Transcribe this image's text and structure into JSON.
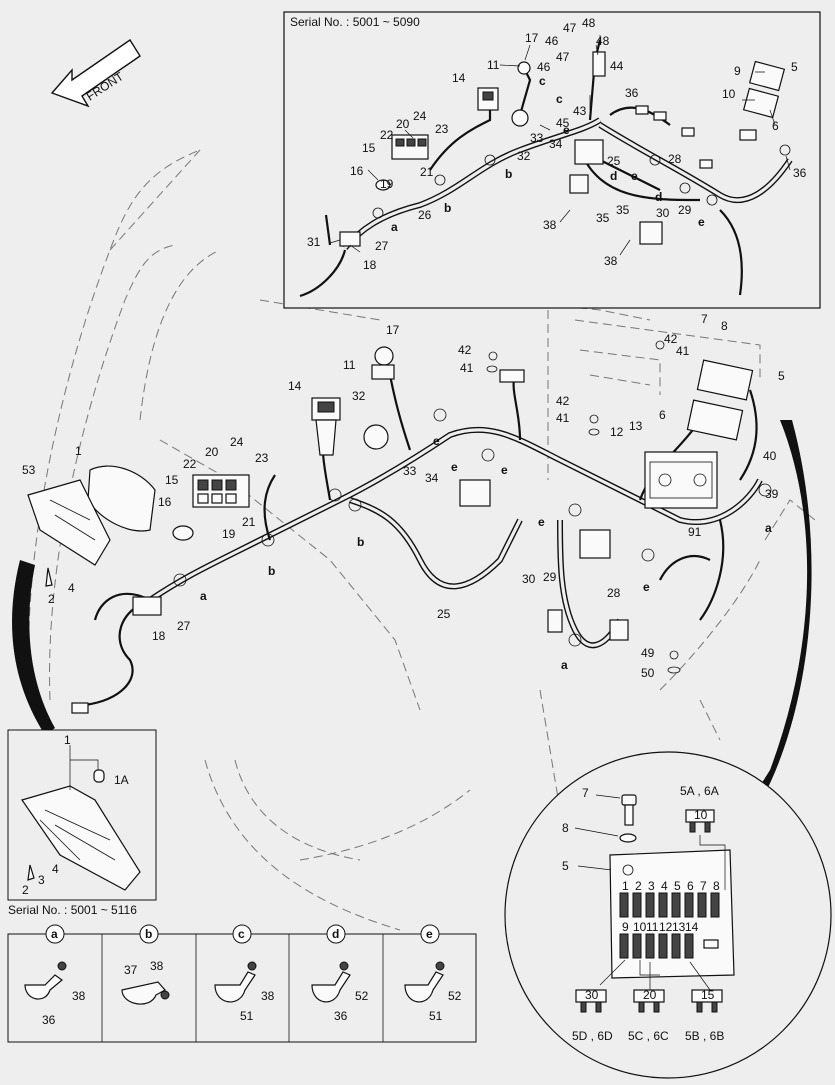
{
  "inset_top": {
    "serial": "Serial No. : 5001 ~ 5090"
  },
  "inset_lamp": {
    "serial": "Serial No. : 5001 ~ 5116",
    "labels": [
      "1",
      "1A",
      "4",
      "3",
      "2"
    ]
  },
  "front_arrow": {
    "label": "FRONT"
  },
  "detail_table": {
    "cells": [
      {
        "letter": "a",
        "parts": [
          "38",
          "36"
        ]
      },
      {
        "letter": "b",
        "parts": [
          "37",
          "38"
        ]
      },
      {
        "letter": "c",
        "parts": [
          "38",
          "51"
        ]
      },
      {
        "letter": "d",
        "parts": [
          "52",
          "36"
        ]
      },
      {
        "letter": "e",
        "parts": [
          "52",
          "51"
        ]
      }
    ]
  },
  "fuse_detail": {
    "labels": [
      "7",
      "8",
      "5",
      "5A , 6A",
      "5D , 6D",
      "5C , 6C",
      "5B , 6B"
    ],
    "fuse_top_row": [
      "1",
      "2",
      "3",
      "4",
      "5",
      "6",
      "7",
      "8"
    ],
    "fuse_bottom_row": [
      "9",
      "10",
      "11",
      "12",
      "13",
      "14"
    ],
    "fuse_ratings": [
      "10",
      "30",
      "20",
      "15"
    ]
  },
  "main_labels": [
    "53",
    "1",
    "4",
    "2",
    "15",
    "16",
    "20",
    "22",
    "24",
    "19",
    "21",
    "23",
    "14",
    "17",
    "11",
    "32",
    "33",
    "34",
    "42",
    "41",
    "42",
    "41",
    "12",
    "13",
    "7",
    "8",
    "42",
    "41",
    "5",
    "6",
    "40",
    "39",
    "91",
    "27",
    "18",
    "25",
    "29",
    "30",
    "28",
    "49",
    "50"
  ],
  "main_letters": [
    "a",
    "b",
    "b",
    "e",
    "e",
    "e",
    "e",
    "a",
    "a",
    "e"
  ],
  "inset_labels": [
    "11",
    "17",
    "47",
    "48",
    "46",
    "48",
    "47",
    "46",
    "44",
    "43",
    "45",
    "14",
    "33",
    "34",
    "32",
    "36",
    "22",
    "20",
    "24",
    "23",
    "15",
    "21",
    "16",
    "19",
    "26",
    "31",
    "27",
    "18",
    "25",
    "28",
    "30",
    "29",
    "35",
    "35",
    "38",
    "38",
    "9",
    "5",
    "10",
    "6",
    "36"
  ],
  "inset_letters": [
    "c",
    "c",
    "e",
    "d",
    "d",
    "e",
    "e",
    "b",
    "b",
    "a"
  ]
}
